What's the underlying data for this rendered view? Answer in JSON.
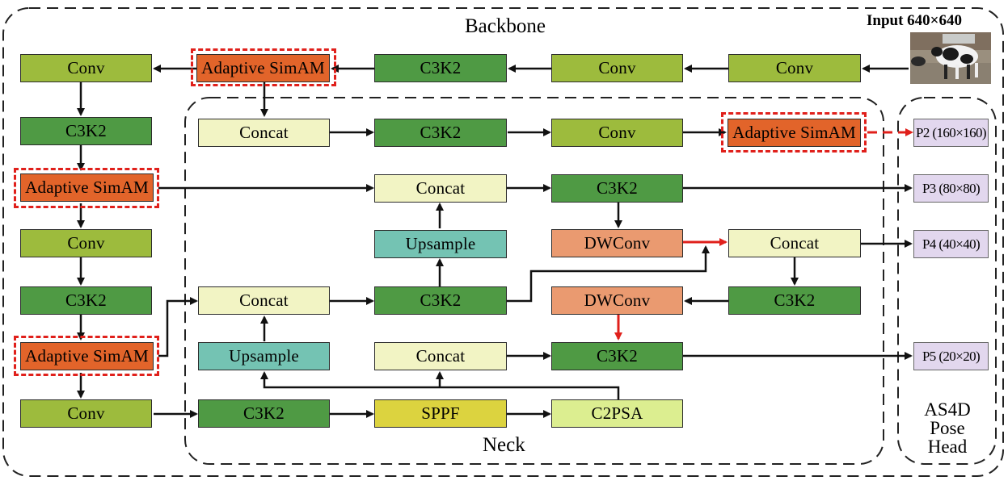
{
  "sections": {
    "backbone": "Backbone",
    "neck": "Neck",
    "head": "AS4D\nPose\nHead"
  },
  "input": {
    "label": "Input 640×640"
  },
  "blocks": {
    "bb_conv1": "Conv",
    "bb_conv2": "Conv",
    "bb_c3k2_top": "C3K2",
    "bb_asam_top": "Adaptive SimAM",
    "bb_conv_left1": "Conv",
    "bb_c3k2_left1": "C3K2",
    "bb_asam_left1": "Adaptive SimAM",
    "bb_conv_left2": "Conv",
    "bb_c3k2_left2": "C3K2",
    "bb_asam_left2": "Adaptive SimAM",
    "bb_conv_left3": "Conv",
    "bb_c3k2_bottom": "C3K2",
    "bb_sppf": "SPPF",
    "bb_c2psa": "C2PSA",
    "nk_concat_r1": "Concat",
    "nk_c3k2_r1": "C3K2",
    "nk_conv_r1": "Conv",
    "nk_asam_r1": "Adaptive SimAM",
    "nk_concat_r2": "Concat",
    "nk_c3k2_r2": "C3K2",
    "nk_upsample_r3": "Upsample",
    "nk_dwconv_r3": "DWConv",
    "nk_concat_r3": "Concat",
    "nk_concat_r4": "Concat",
    "nk_c3k2_r4": "C3K2",
    "nk_dwconv_r4": "DWConv",
    "nk_c3k2_r4b": "C3K2",
    "nk_upsample_r5": "Upsample",
    "nk_concat_r5": "Concat",
    "nk_c3k2_r5": "C3K2"
  },
  "outputs": [
    "P2 (160×160)",
    "P3 (80×80)",
    "P4 (40×40)",
    "P5 (20×20)"
  ],
  "colors": {
    "arrow": "#111111",
    "highlight_arrow": "#e0201b",
    "dashed_region": "#222222"
  }
}
